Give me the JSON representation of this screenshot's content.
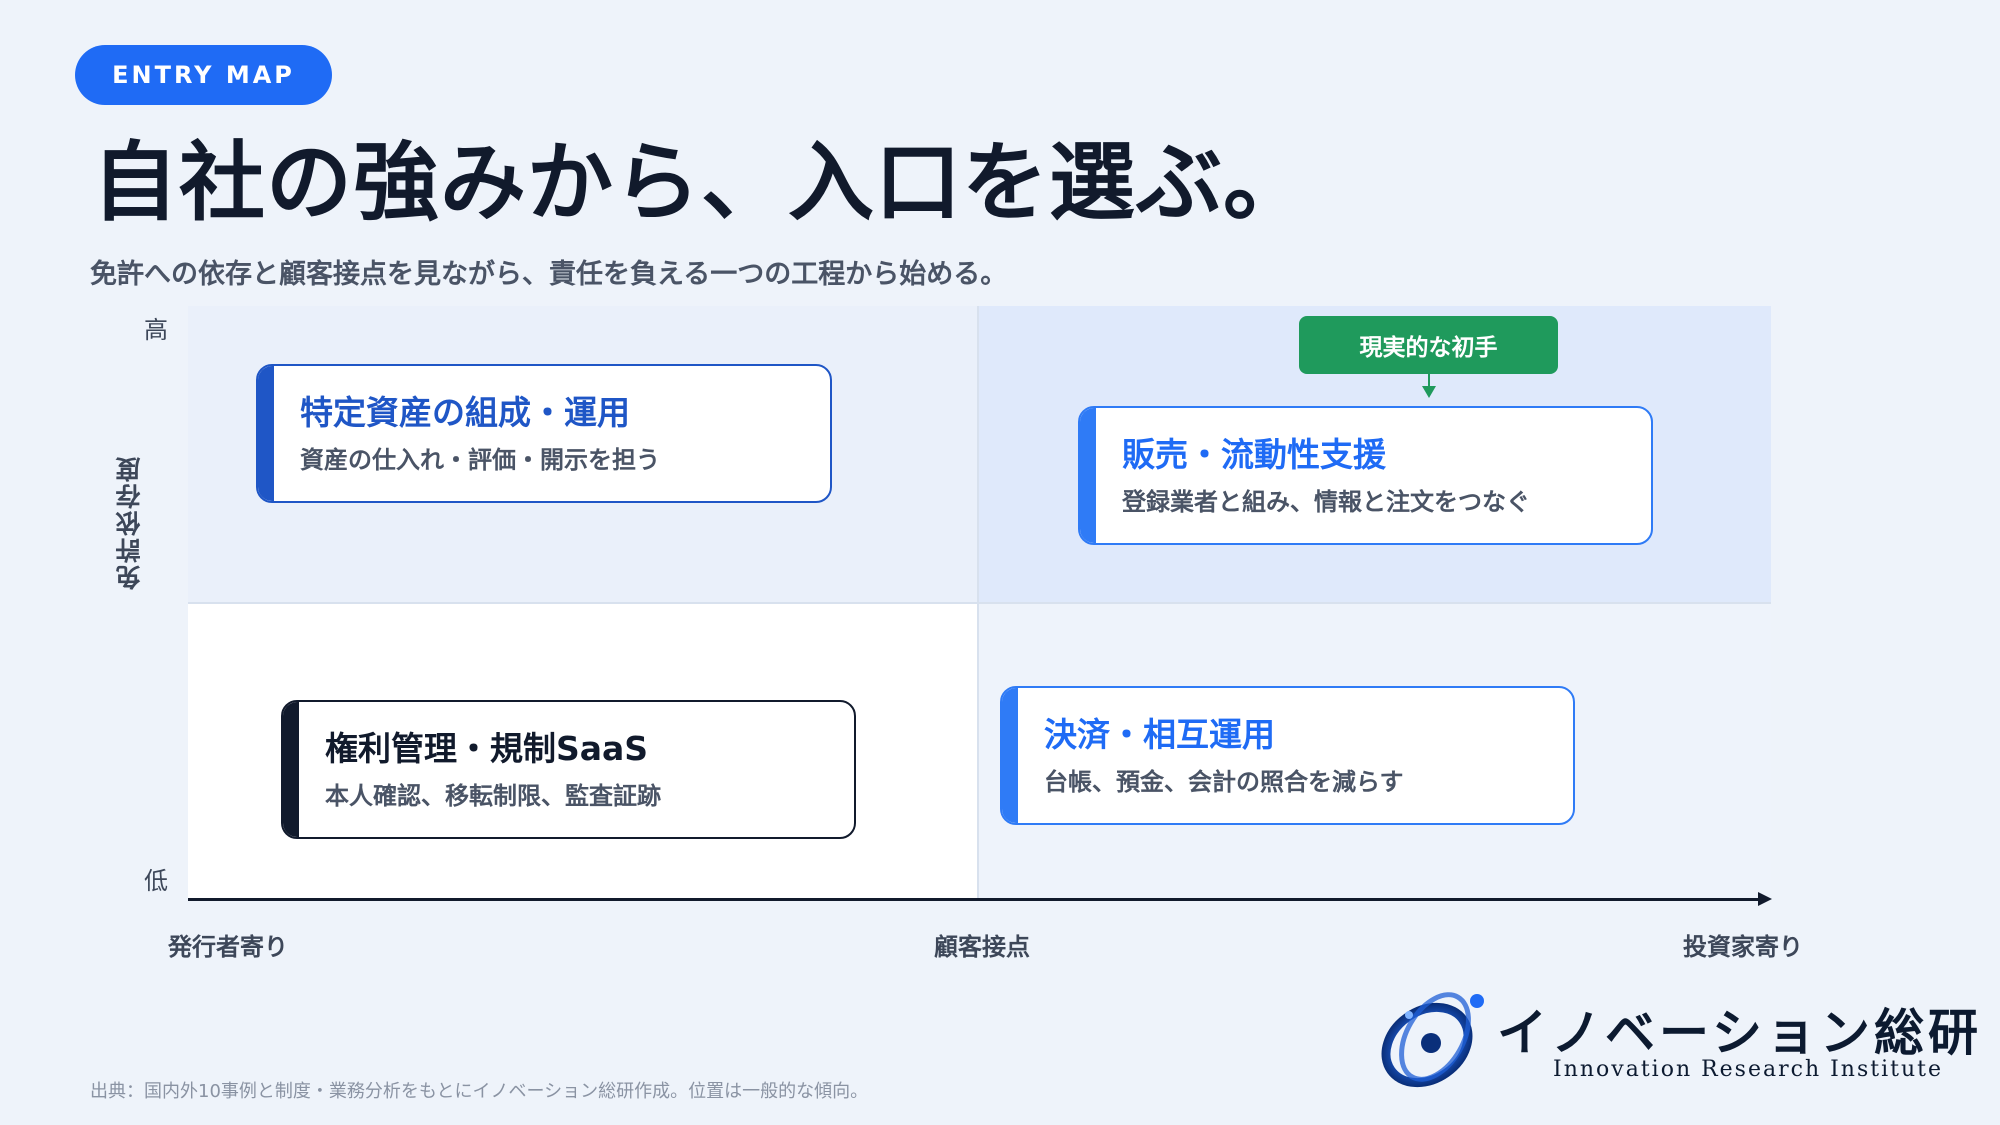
{
  "header": {
    "badge": "ENTRY MAP",
    "title": "自社の強みから、入口を選ぶ。",
    "subtitle": "免許への依存と顧客接点を見ながら、責任を負える一つの工程から始める。"
  },
  "axes": {
    "y_label": "免許依存度",
    "y_high": "高",
    "y_low": "低",
    "x_left": "発行者寄り",
    "x_center": "顧客接点",
    "x_right": "投資家寄り"
  },
  "cards": [
    {
      "title": "特定資産の組成・運用",
      "desc": "資産の仕入れ・評価・開示を担う",
      "color": "#1f56c6"
    },
    {
      "title": "販売・流動性支援",
      "desc": "登録業者と組み、情報と注文をつなぐ",
      "color": "#2f7bf6"
    },
    {
      "title": "権利管理・規制SaaS",
      "desc": "本人確認、移転制限、監査証跡",
      "color": "#111a2c"
    },
    {
      "title": "決済・相互運用",
      "desc": "台帳、預金、会計の照合を減らす",
      "color": "#2f7bf6"
    }
  ],
  "highlight_tag": "現実的な初手",
  "source": "出典：国内外10事例と制度・業務分析をもとにイノベーション総研作成。位置は一般的な傾向。",
  "logo": {
    "name_jp": "イノベーション総研",
    "name_en": "Innovation Research Institute"
  }
}
